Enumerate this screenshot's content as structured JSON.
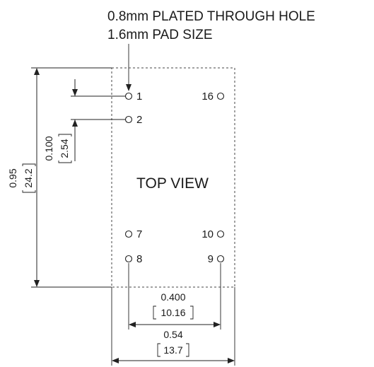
{
  "notes": {
    "line1": "0.8mm PLATED THROUGH HOLE",
    "line2": "1.6mm PAD SIZE"
  },
  "view_label": "TOP VIEW",
  "pins": {
    "p1": "1",
    "p2": "2",
    "p7": "7",
    "p8": "8",
    "p9": "9",
    "p10": "10",
    "p16": "16"
  },
  "dimensions": {
    "height_in": "0.95",
    "height_mm": "24.2",
    "pitch_in": "0.100",
    "pitch_mm": "2.54",
    "row_span_in": "0.400",
    "row_span_mm": "10.16",
    "width_in": "0.54",
    "width_mm": "13.7"
  }
}
